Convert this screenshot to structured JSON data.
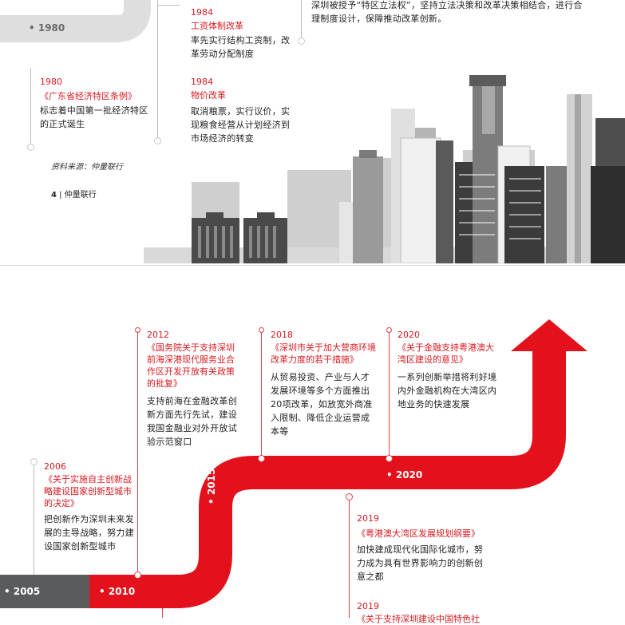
{
  "top": {
    "band_year": "1980",
    "event_1980": {
      "year": "1980",
      "title": "《广东省经济特区条例》",
      "body": "标志着中国第一批经济特区的正式诞生"
    },
    "event_1984a": {
      "year": "1984",
      "title": "工资体制改革",
      "body": "率先实行结构工资制，改革劳动分配制度"
    },
    "event_1984b": {
      "year": "1984",
      "title": "物价改革",
      "body": "取消粮票，实行议价，实现粮食经营从计划经济到市场经济的转变"
    },
    "top_text": "深圳被授予“特区立法权”，坚持立法决策和改革决策相结合，进行合理制度设计，保障推动改革创新。",
    "source": "资料来源：仲量联行",
    "page_number": "4",
    "page_brand": "仲量联行"
  },
  "bottom": {
    "band_labels": {
      "y2005": "2005",
      "y2010": "2010",
      "y2015": "2015",
      "y2020": "2020"
    },
    "event_2006": {
      "year": "2006",
      "title": "《关于实施自主创新战略建设国家创新型城市的决定》",
      "body": "把创新作为深圳未来发展的主导战略，努力建设国家创新型城市"
    },
    "event_2012": {
      "year": "2012",
      "title": "《国务院关于支持深圳前海深港现代服务业合作区开发开放有关政策的批复》",
      "body": "支持前海在金融改革创新方面先行先试，建设我国金融业对外开放试验示范窗口"
    },
    "event_2018": {
      "year": "2018",
      "title": "《深圳市关于加大营商环境改革力度的若干措施》",
      "body": "从贸易投资、产业与人才发展环境等多个方面推出20项改革，如放宽外商准入限制、降低企业运营成本等"
    },
    "event_2020": {
      "year": "2020",
      "title": "《关于金融支持粤港澳大湾区建设的意见》",
      "body": "一系列创新举措将利好境内外金融机构在大湾区内地业务的快速发展"
    },
    "event_2019a": {
      "year": "2019",
      "title": "《粤港澳大湾区发展规划纲要》",
      "body": "加快建成现代化国际化城市，努力成为具有世界影响力的创新创意之都"
    },
    "event_2019b": {
      "year": "2019",
      "title": "《关于支持深圳建设中国特色社"
    }
  },
  "colors": {
    "accent": "#d71920",
    "grey_band": "#5a5b5d",
    "light_band": "#dedede"
  }
}
